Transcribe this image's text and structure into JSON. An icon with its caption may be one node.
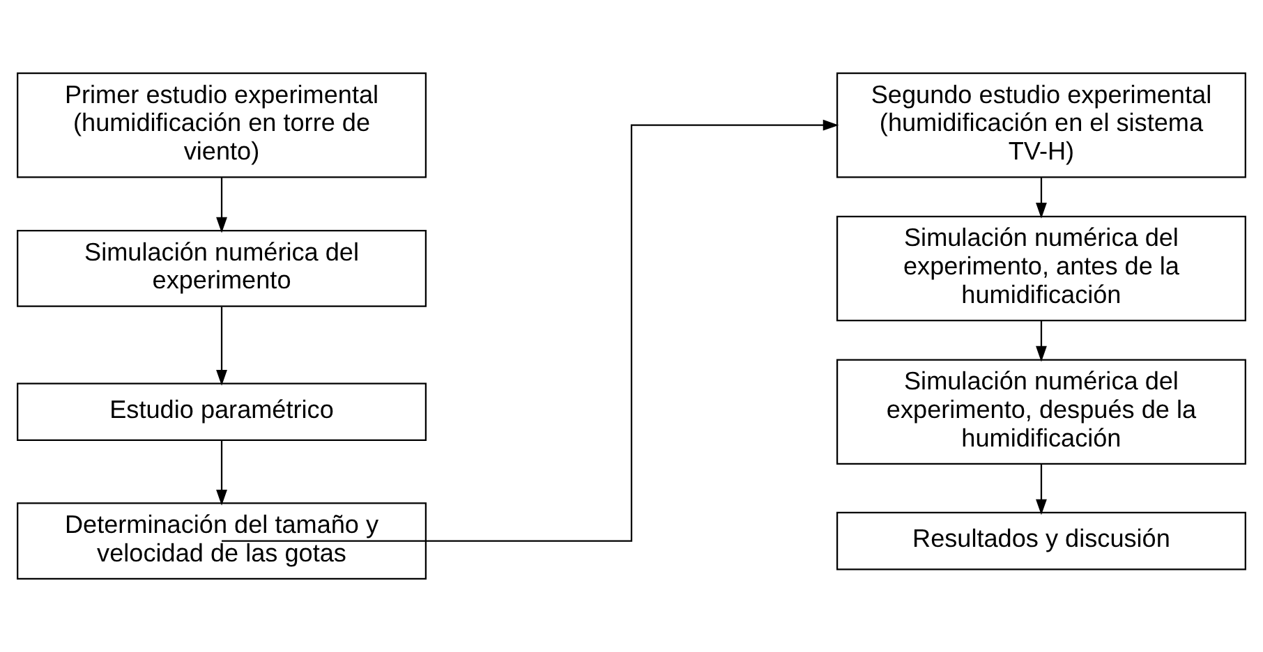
{
  "diagram": {
    "nodes": [
      {
        "text": [
          "Primer estudio experimental (humidificación en torre de viento)"
        ]
      },
      {
        "text": [
          "Simulación numérica del experimento"
        ]
      },
      {
        "text": [
          "Estudio paramétrico"
        ]
      },
      {
        "text": [
          "Determinación del tamaño y velocidad de las gotas"
        ]
      },
      {
        "text": [
          "Segundo estudio experimental (humidificación en el sistema TV-H)"
        ]
      },
      {
        "text": [
          "Simulación numérica del experimento, antes de la humidificación"
        ]
      },
      {
        "text": [
          "Simulación numérica del experimento, después de la humidificación"
        ]
      },
      {
        "text": [
          "Resultados y discusión"
        ]
      }
    ],
    "edges": [
      {
        "from": 0,
        "to": 1,
        "arrow": "to"
      },
      {
        "from": 1,
        "to": 2,
        "arrow": "to"
      },
      {
        "from": 2,
        "to": 3,
        "arrow": "to"
      },
      {
        "from": 3,
        "to": 4,
        "arrow": "to"
      },
      {
        "from": 4,
        "to": 5,
        "arrow": "to"
      },
      {
        "from": 5,
        "to": 6,
        "arrow": "to"
      },
      {
        "from": 6,
        "to": 7,
        "arrow": "to"
      }
    ]
  }
}
